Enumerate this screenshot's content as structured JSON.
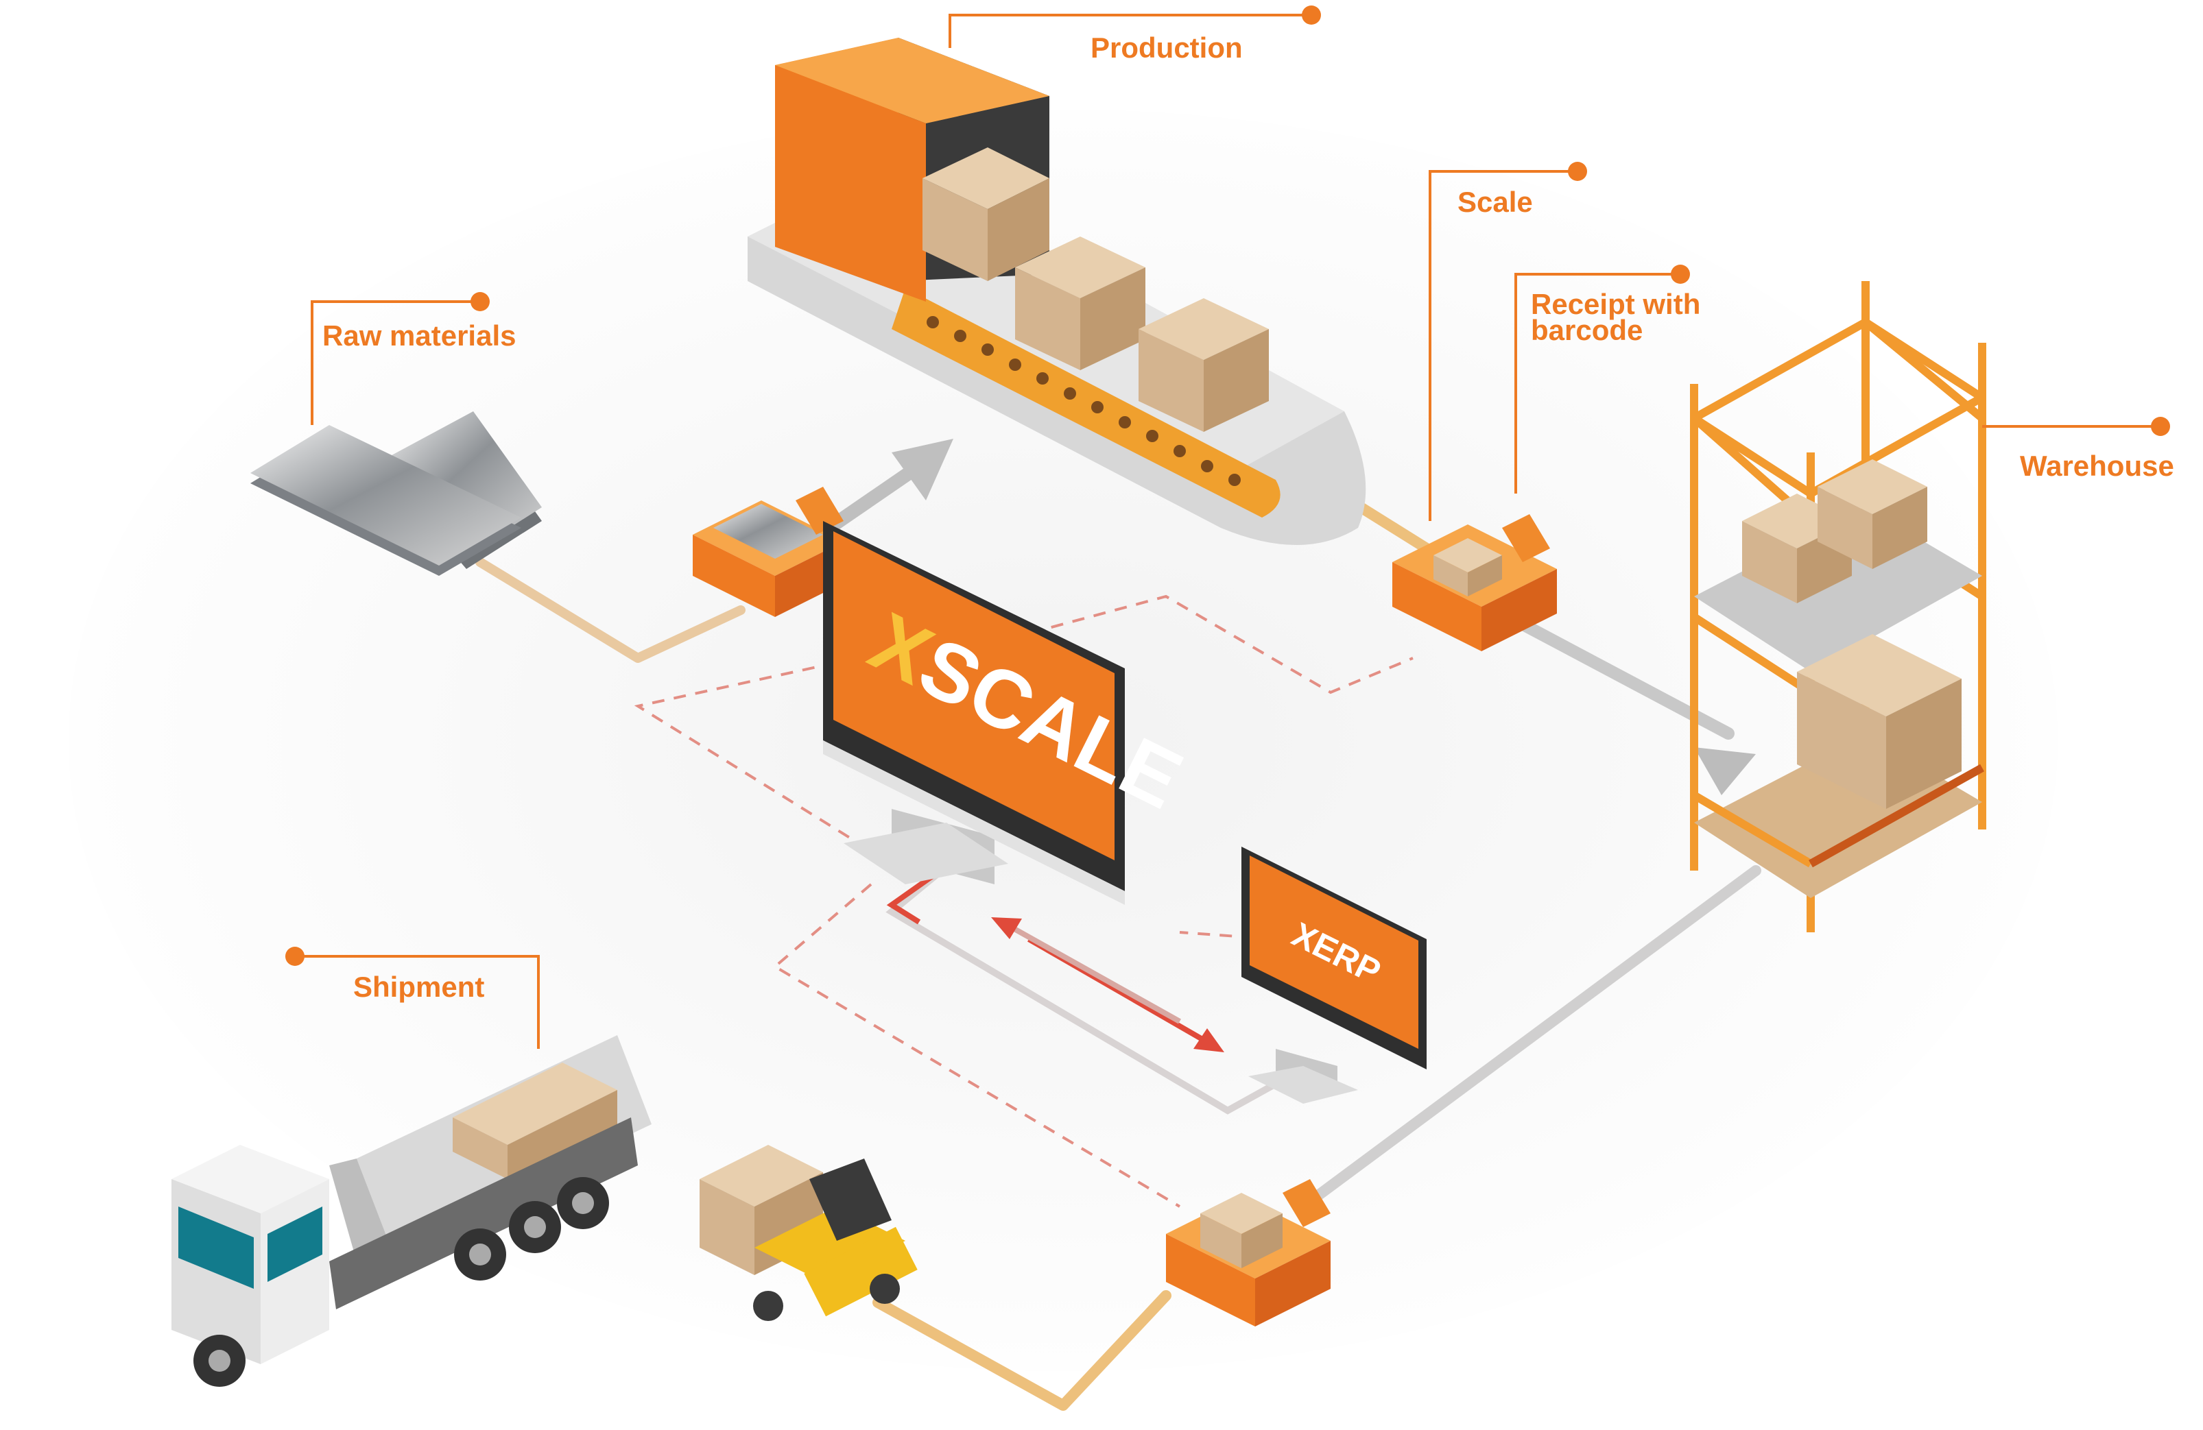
{
  "labels": {
    "production": "Production",
    "scale": "Scale",
    "receipt_line1": "Receipt with",
    "receipt_line2": "barcode",
    "raw_materials": "Raw materials",
    "warehouse": "Warehouse",
    "shipment": "Shipment"
  },
  "screens": {
    "main_monitor": "XSCALE",
    "main_monitor_accent": "X",
    "main_monitor_rest": "SCALE",
    "small_monitor": "XERP"
  },
  "colors": {
    "accent": "#ee7a22",
    "accent_dark": "#c8571a",
    "cardboard": "#d4b48f",
    "steel": "#9a9ea3",
    "link_red": "#e04a3a",
    "flow_gray": "#c4c4c4",
    "flow_tan": "#e9c27f"
  },
  "icons": [
    "production-conveyor-icon",
    "raw-materials-plates-icon",
    "scale-icon",
    "warehouse-rack-icon",
    "truck-icon",
    "forklift-icon",
    "monitor-icon"
  ]
}
